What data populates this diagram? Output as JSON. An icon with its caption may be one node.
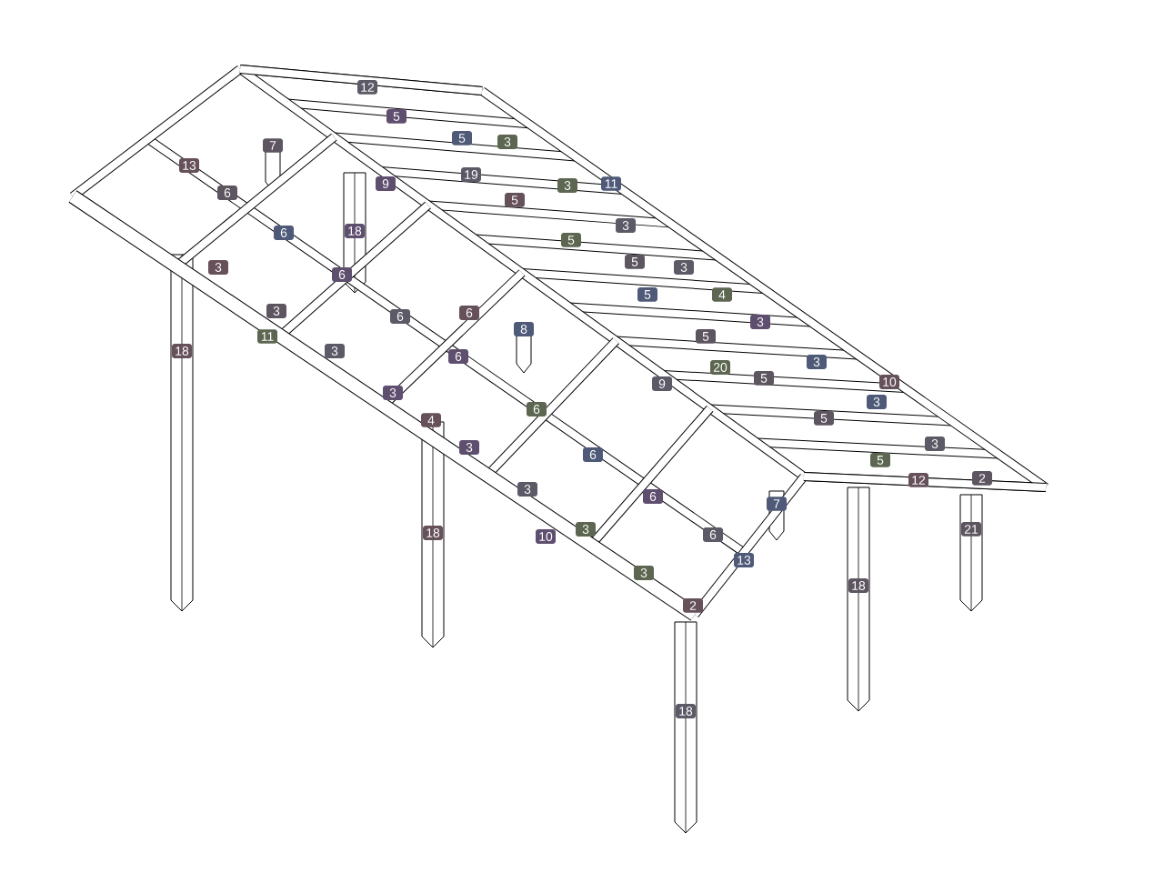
{
  "diagram": {
    "labels": [
      "12",
      "5",
      "5",
      "3",
      "7",
      "13",
      "19",
      "9",
      "11",
      "3",
      "6",
      "5",
      "3",
      "18",
      "6",
      "5",
      "5",
      "3",
      "3",
      "6",
      "5",
      "4",
      "3",
      "6",
      "6",
      "3",
      "8",
      "11",
      "5",
      "18",
      "3",
      "6",
      "3",
      "20",
      "5",
      "10",
      "9",
      "3",
      "3",
      "6",
      "5",
      "4",
      "3",
      "3",
      "6",
      "5",
      "2",
      "12",
      "3",
      "6",
      "7",
      "3",
      "21",
      "18",
      "6",
      "10",
      "13",
      "3",
      "18",
      "2",
      "18"
    ]
  }
}
